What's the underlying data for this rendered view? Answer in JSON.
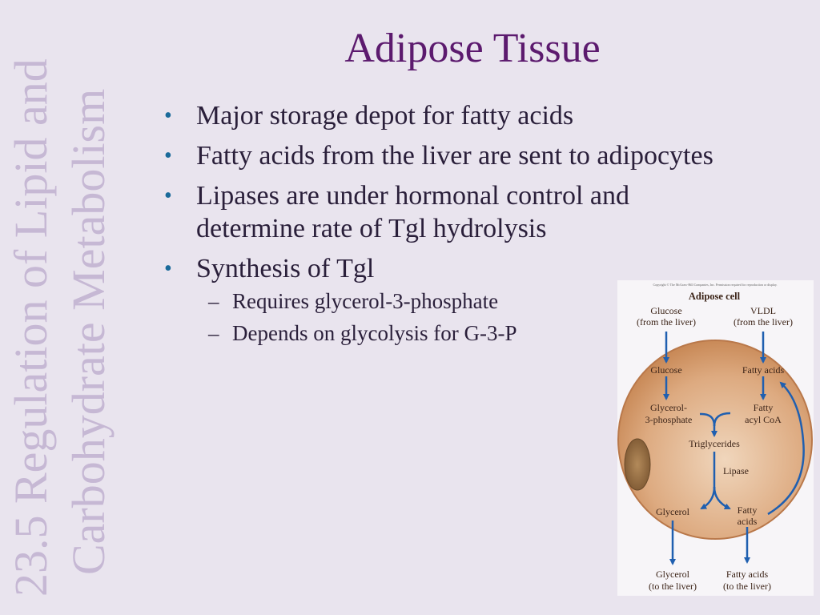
{
  "sidebar": {
    "line1": "23.5 Regulation of Lipid and",
    "line2": "Carbohydrate Metabolism"
  },
  "title": "Adipose Tissue",
  "bullets": [
    {
      "text": "Major storage depot for fatty acids"
    },
    {
      "text": "Fatty acids from the liver are sent to adipocytes"
    },
    {
      "text": "Lipases are under hormonal control and determine rate of Tgl hydrolysis"
    },
    {
      "text": "Synthesis of Tgl",
      "sub": [
        "Requires glycerol-3-phosphate",
        "Depends on glycolysis for G-3-P"
      ]
    }
  ],
  "bullet_char": "•",
  "dash_char": "–",
  "diagram": {
    "copyright": "Copyright © The McGraw-Hill Companies, Inc. Permission required for reproduction or display.",
    "title": "Adipose cell",
    "glucose_in": "Glucose",
    "glucose_in_src": "(from the liver)",
    "vldl": "VLDL",
    "vldl_src": "(from the liver)",
    "glucose": "Glucose",
    "fatty_acids": "Fatty acids",
    "g3p_1": "Glycerol-",
    "g3p_2": "3-phosphate",
    "facoa_1": "Fatty",
    "facoa_2": "acyl CoA",
    "triglycerides": "Triglycerides",
    "lipase": "Lipase",
    "glycerol": "Glycerol",
    "fa_out_1": "Fatty",
    "fa_out_2": "acids",
    "glycerol_out": "Glycerol",
    "glycerol_out_dest": "(to the liver)",
    "fa_liver": "Fatty acids",
    "fa_liver_dest": "(to the liver)"
  },
  "colors": {
    "title": "#5C1A6E",
    "bullet": "#1A6A9A",
    "sidebar": "#C6B8D4",
    "arrow": "#1F5FB0"
  }
}
